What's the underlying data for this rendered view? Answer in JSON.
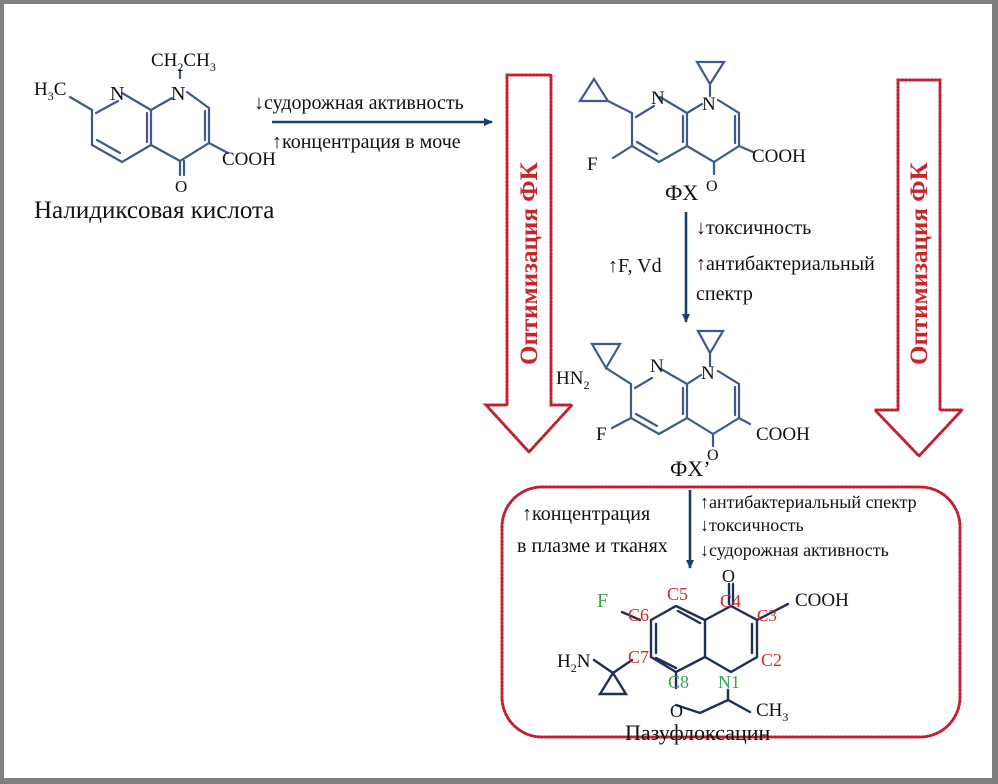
{
  "compounds": {
    "nalidixic": {
      "name": "Налидиксовая кислота",
      "substituent_n1": "CH2CH3",
      "substituent_c7": "H3C",
      "ring_atom_n8": "N",
      "ring_atom_n1": "N",
      "carboxyl": "COOH",
      "carbonyl_o": "O"
    },
    "fx": {
      "name": "ФХ",
      "ring_atom_n8": "N",
      "ring_atom_n1": "N",
      "fluoro": "F",
      "carboxyl": "COOH",
      "carbonyl_o": "O"
    },
    "fx_prime": {
      "name": "ФХ’",
      "amine": "HN2",
      "ring_atom_n8": "N",
      "ring_atom_n1": "N",
      "fluoro": "F",
      "carboxyl": "COOH",
      "carbonyl_o": "O"
    },
    "pazufloxacin": {
      "name": "Пазуфлоксацин",
      "amine": "H2N",
      "fluoro": "F",
      "carboxyl": "COOH",
      "carbonyl_o": "O",
      "ether_o": "O",
      "methyl": "CH3",
      "atom_labels": {
        "C2": "C2",
        "C3": "C3",
        "C4": "C4",
        "C5": "C5",
        "C6": "C6",
        "C7": "C7",
        "C8": "C8",
        "N1": "N1"
      }
    }
  },
  "transitions": {
    "step1": {
      "down": "↓судорожная активность",
      "up": "↑концентрация в моче"
    },
    "step2": {
      "left": "↑F, Vd",
      "line1": "↓токсичность",
      "line2": "↑антибактериальный",
      "line3": "спектр"
    },
    "step3": {
      "left_line1": "↑концентрация",
      "left_line2": "в плазме и тканях",
      "right_line1": "↑антибактериальный спектр",
      "right_line2": "↓токсичность",
      "right_line3": "↓судорожная активность"
    }
  },
  "side_arrows": {
    "left_label": "Оптимизация ФК",
    "right_label": "Оптимизация ФК"
  },
  "colors": {
    "bond": "#3d5a8a",
    "flow_arrow": "#17406a",
    "dotted_red": "#c02030",
    "label_red": "#d22a2a",
    "label_green": "#3aa24a",
    "frame": "#7f7f7f"
  }
}
